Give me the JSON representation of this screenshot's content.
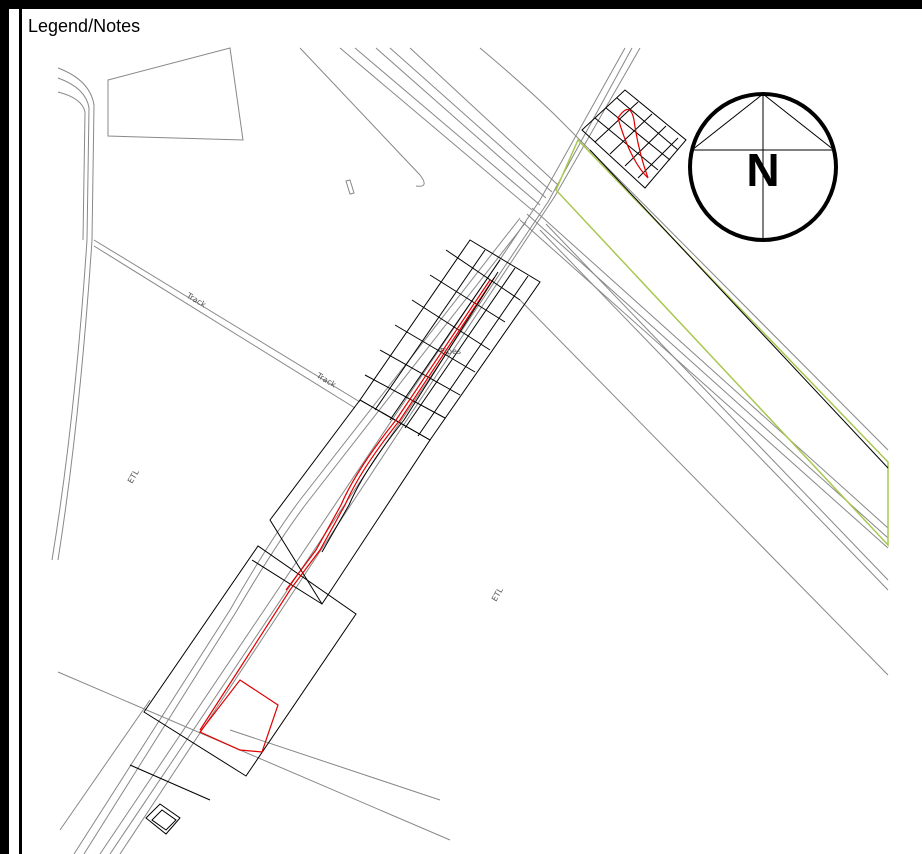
{
  "panel": {
    "title": "Legend/Notes"
  },
  "map": {
    "labels": {
      "track_upper": "Track",
      "track_lower": "Track",
      "etl_left": "ETL",
      "etl_right": "ETL",
      "pipes": "Pipes"
    },
    "north_arrow": {
      "letter": "N",
      "icon": "north-arrow-icon"
    },
    "colors": {
      "linework": "#888888",
      "grid": "#000000",
      "route": "#e00000",
      "boundary": "#a8c850"
    }
  }
}
